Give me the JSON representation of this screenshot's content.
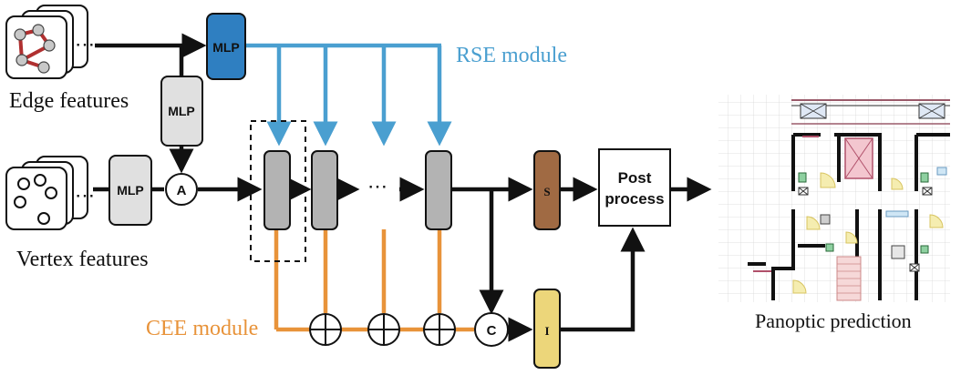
{
  "labels": {
    "edge_features": "Edge features",
    "vertex_features": "Vertex features",
    "rse_module": "RSE module",
    "cee_module": "CEE module",
    "panoptic_prediction": "Panoptic prediction",
    "mlp_top": "MLP",
    "mlp_mid": "MLP",
    "mlp_left": "MLP",
    "op_a": "A",
    "op_c": "C",
    "op_s": "S",
    "op_i": "I",
    "post_line1": "Post",
    "post_line2": "process",
    "ellipsis_edge": "⋯",
    "ellipsis_vertex": "⋯",
    "ellipsis_chain": "⋯"
  },
  "colors": {
    "rse_blue": "#4a9fd0",
    "cee_orange": "#e8933a",
    "mlp_blue_fill": "#2f7fc1",
    "gray_block": "#b3b3b3",
    "light_gray": "#e0e0e0",
    "s_brown": "#a06a43",
    "i_yellow": "#ecd67a",
    "edge_red": "#b03030"
  }
}
